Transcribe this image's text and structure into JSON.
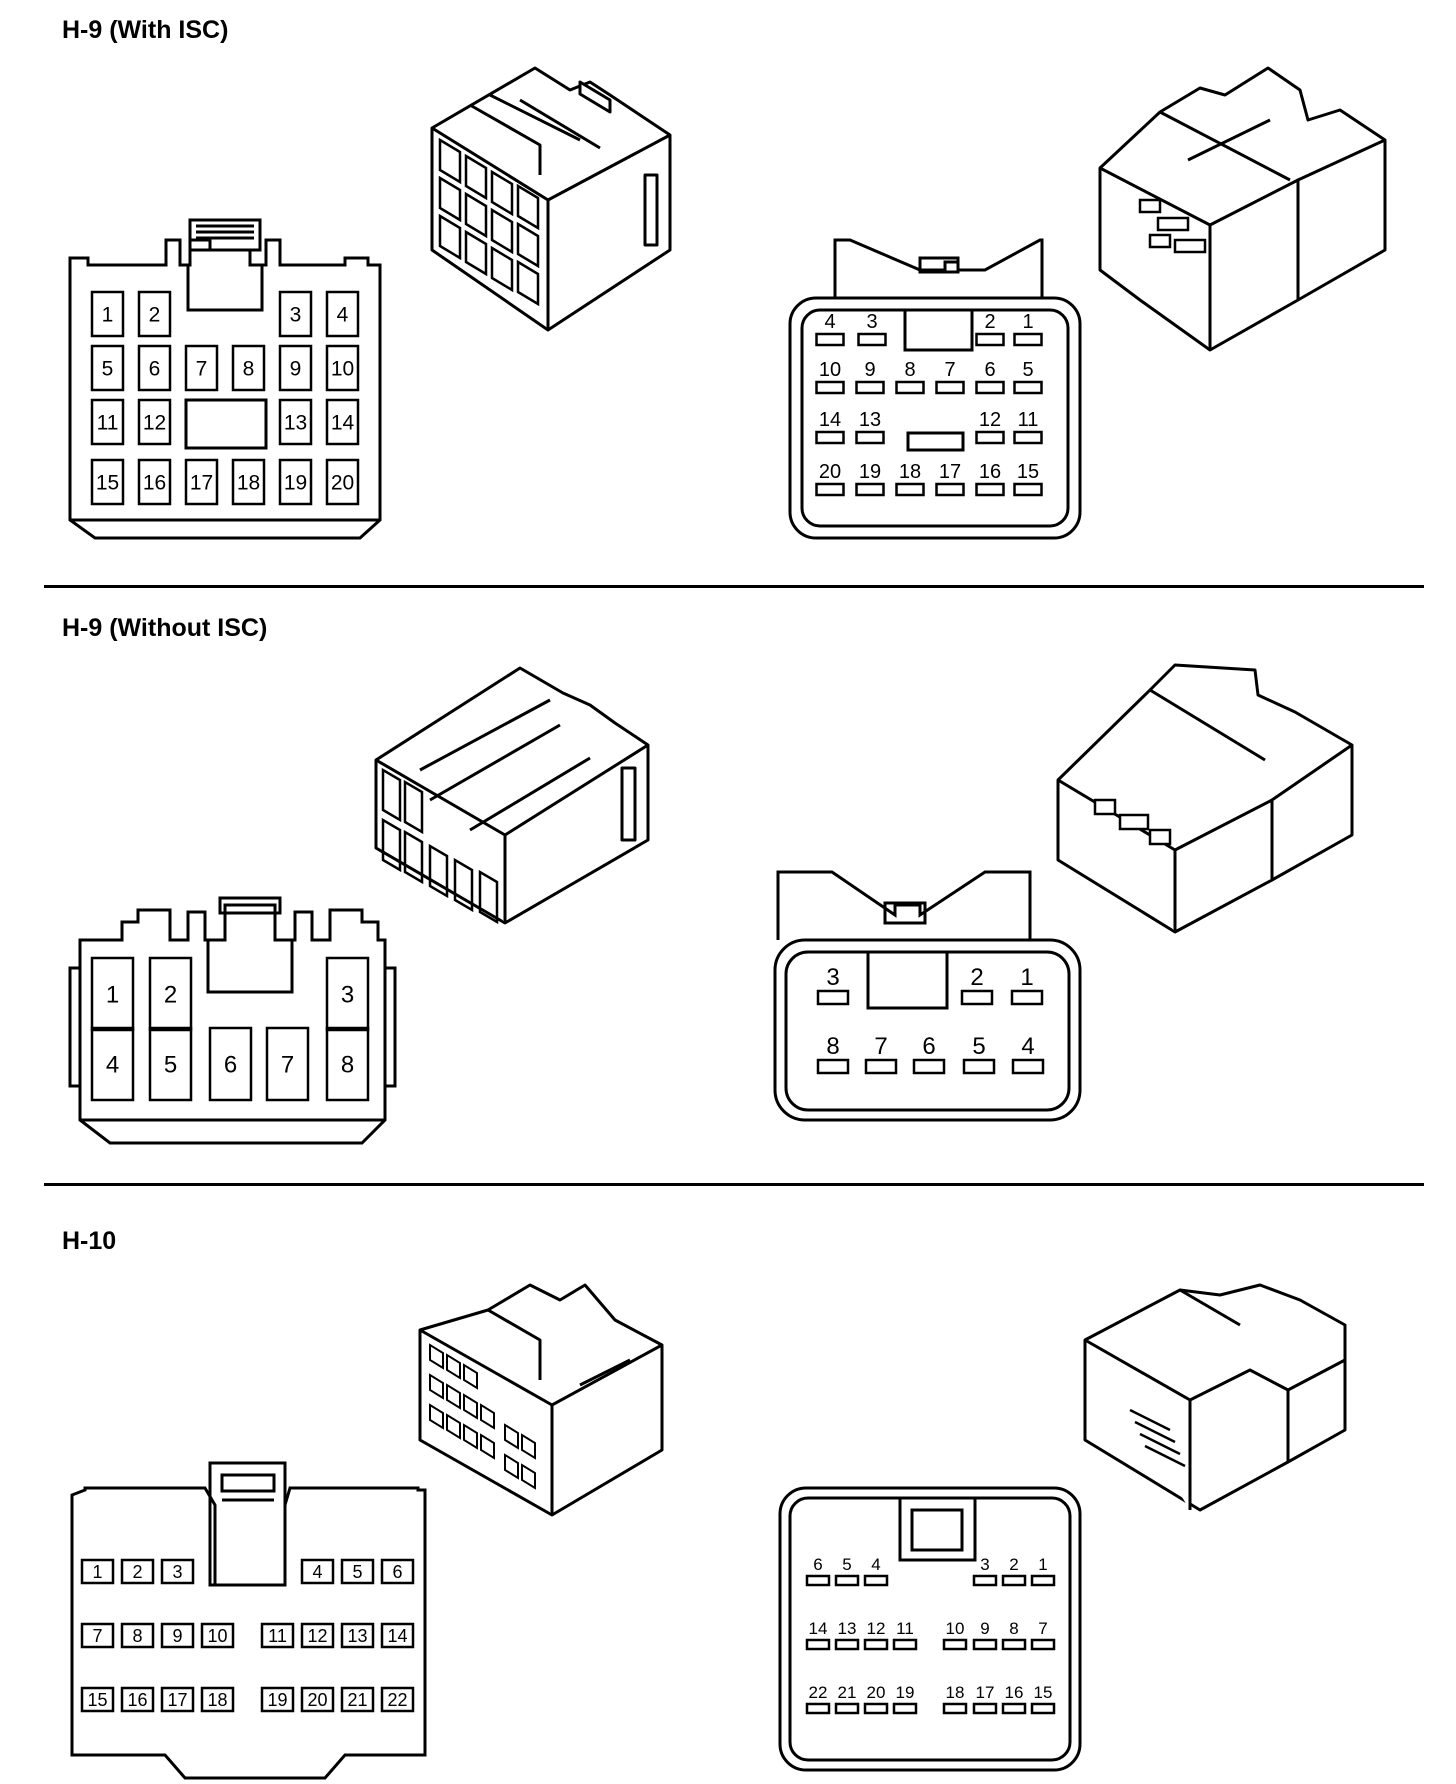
{
  "sections": [
    {
      "id": "h9-with-isc",
      "title": "H-9 (With ISC)",
      "female_face": {
        "rows": [
          [
            "1",
            "2",
            "",
            "",
            "3",
            "4"
          ],
          [
            "5",
            "6",
            "7",
            "8",
            "9",
            "10"
          ],
          [
            "11",
            "12",
            "",
            "",
            "13",
            "14"
          ],
          [
            "15",
            "16",
            "17",
            "18",
            "19",
            "20"
          ]
        ]
      },
      "male_face": {
        "rows": [
          [
            "4",
            "3",
            "",
            "2",
            "1"
          ],
          [
            "10",
            "9",
            "8",
            "7",
            "6",
            "5"
          ],
          [
            "14",
            "13",
            "12",
            "11"
          ],
          [
            "20",
            "19",
            "18",
            "17",
            "16",
            "15"
          ]
        ]
      }
    },
    {
      "id": "h9-without-isc",
      "title": "H-9 (Without ISC)",
      "female_face": {
        "rows": [
          [
            "1",
            "2",
            "3"
          ],
          [
            "4",
            "5",
            "6",
            "7",
            "8"
          ]
        ]
      },
      "male_face": {
        "rows": [
          [
            "3",
            "2",
            "1"
          ],
          [
            "8",
            "7",
            "6",
            "5",
            "4"
          ]
        ]
      }
    },
    {
      "id": "h10",
      "title": "H-10",
      "female_face": {
        "rows": [
          [
            "1",
            "2",
            "3",
            "4",
            "5",
            "6"
          ],
          [
            "7",
            "8",
            "9",
            "10",
            "11",
            "12",
            "13",
            "14"
          ],
          [
            "15",
            "16",
            "17",
            "18",
            "19",
            "20",
            "21",
            "22"
          ]
        ]
      },
      "male_face": {
        "rows": [
          [
            "6",
            "5",
            "4",
            "3",
            "2",
            "1"
          ],
          [
            "14",
            "13",
            "12",
            "11",
            "10",
            "9",
            "8",
            "7"
          ],
          [
            "22",
            "21",
            "20",
            "19",
            "18",
            "17",
            "16",
            "15"
          ]
        ]
      }
    }
  ]
}
